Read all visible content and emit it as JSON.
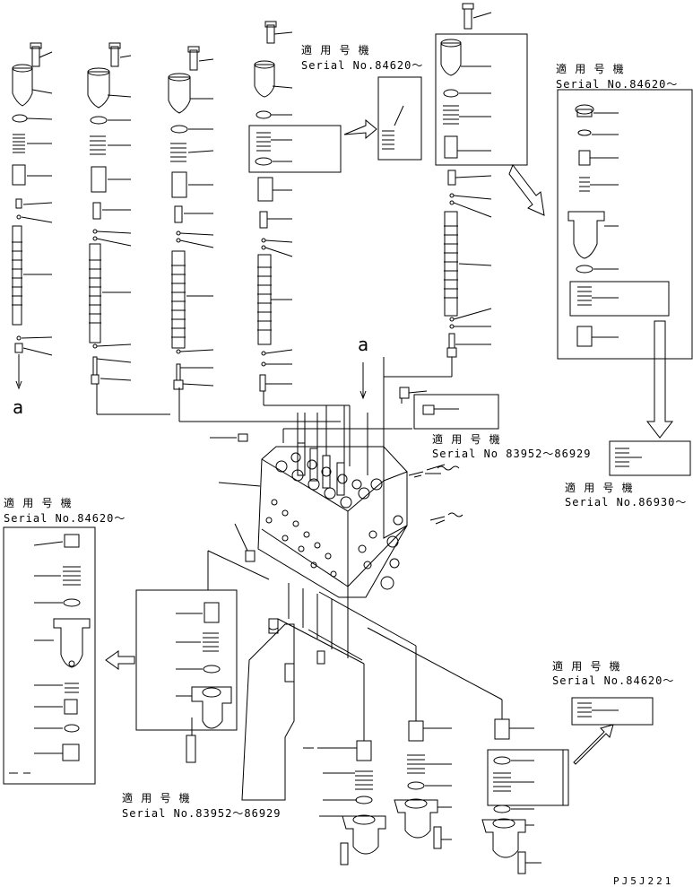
{
  "diagram": {
    "drawing_code": "PJ5J221",
    "view_marker": "a",
    "applicable_label": "適 用 号 機",
    "callouts": [
      {
        "id": "top-center",
        "serial": "Serial No.84620～"
      },
      {
        "id": "top-right",
        "serial": "Serial No.84620～"
      },
      {
        "id": "mid-center",
        "serial": "Serial No 83952～86929"
      },
      {
        "id": "mid-right",
        "serial": "Serial No.86930～"
      },
      {
        "id": "left",
        "serial": "Serial No.84620～"
      },
      {
        "id": "bottom-center",
        "serial": "Serial No.83952～86929"
      },
      {
        "id": "bottom-right",
        "serial": "Serial No.84620～"
      }
    ]
  }
}
